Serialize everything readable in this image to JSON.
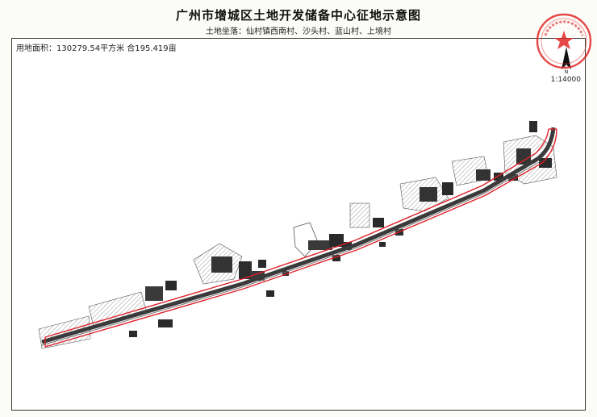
{
  "map": {
    "title": "广州市增城区土地开发储备中心征地示意图",
    "location": "土地坐落：仙村镇西南村、沙头村、蓝山村、上境村",
    "area_text": "用地面积：130279.54平方米 合195.419亩",
    "scale_text": "1:14000",
    "north_arrow_icon": "north-arrow-icon",
    "seal_icon": "official-seal-icon",
    "colors": {
      "boundary": "#e0202a",
      "seal": "#e02828",
      "buildings": "#2a2a2a"
    }
  }
}
